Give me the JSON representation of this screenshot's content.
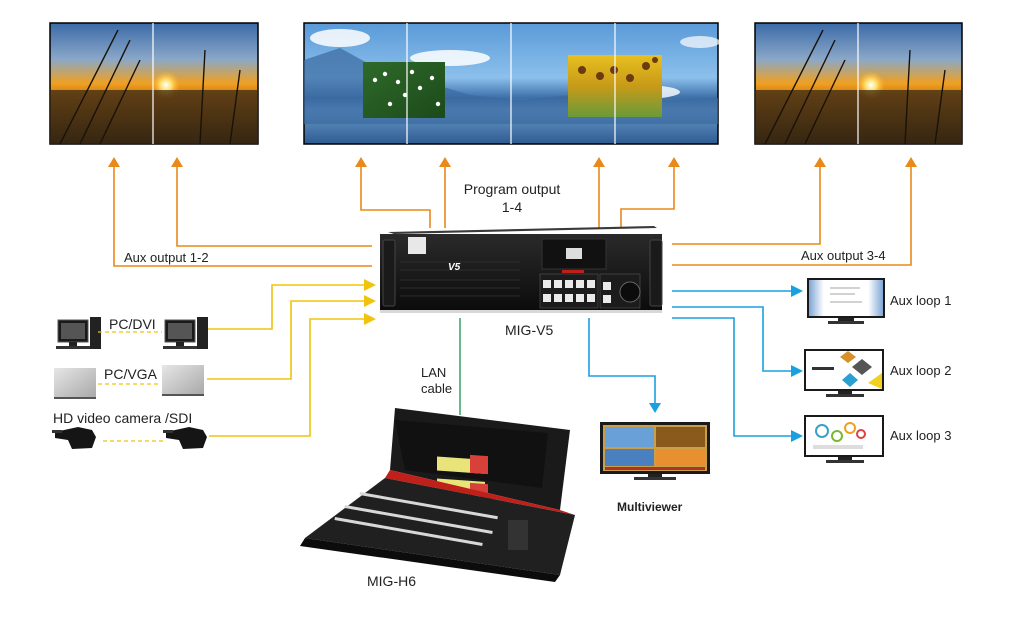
{
  "colors": {
    "aux_output": "#e8891a",
    "program_output": "#e8891a",
    "input": "#f0c30f",
    "loop": "#1aa0e0",
    "lan": "#2e9a5a"
  },
  "screens": {
    "left_aux": {
      "label": "Aux output 1-2",
      "panels": 2
    },
    "center_program": {
      "label": "Program output 1-4",
      "panels": 4
    },
    "right_aux": {
      "label": "Aux output 3-4",
      "panels": 2
    }
  },
  "labels": {
    "program_output_line1": "Program output",
    "program_output_line2": "1-4",
    "aux_output_1_2": "Aux output 1-2",
    "aux_output_3_4": "Aux output 3-4",
    "processor": "MIG-V5",
    "processor_badge": "V5",
    "lan_line1": "LAN",
    "lan_line2": "cable",
    "console": "MIG-H6",
    "multiviewer": "Multiviewer"
  },
  "inputs": [
    {
      "label": "PC/DVI",
      "icon": "desktop-pc-icon"
    },
    {
      "label": "PC/VGA",
      "icon": "laptop-icon"
    },
    {
      "label": "HD video camera /SDI",
      "icon": "video-camera-icon"
    }
  ],
  "loops": [
    {
      "label": "Aux loop 1",
      "icon": "monitor-icon"
    },
    {
      "label": "Aux loop 2",
      "icon": "monitor-icon"
    },
    {
      "label": "Aux loop 3",
      "icon": "monitor-icon"
    }
  ]
}
